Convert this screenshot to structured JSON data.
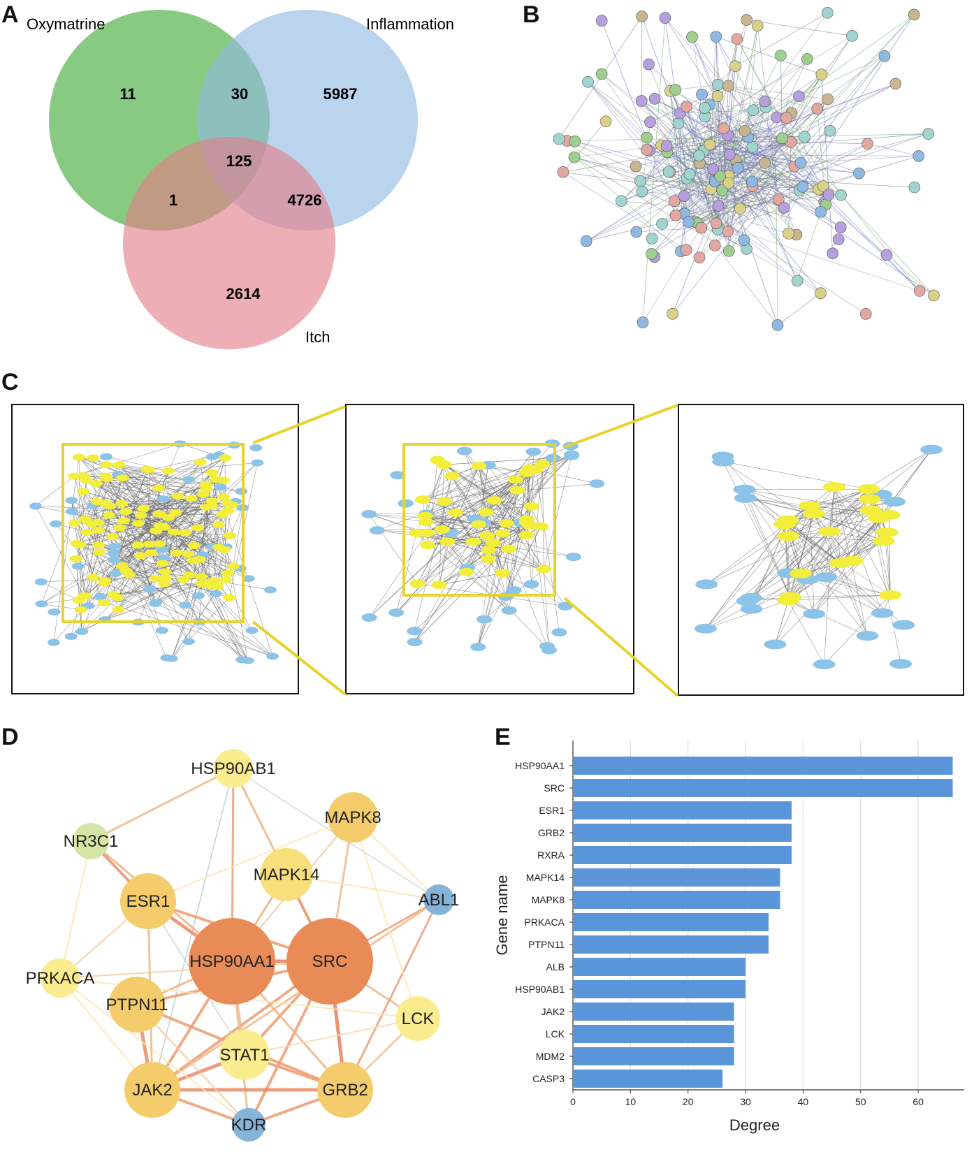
{
  "panels": {
    "a": "A",
    "b": "B",
    "c": "C",
    "d": "D",
    "e": "E"
  },
  "venn": {
    "sets": [
      {
        "label": "Oxymatrine",
        "color": "#5ab552"
      },
      {
        "label": "Inflammation",
        "color": "#8fb9e2"
      },
      {
        "label": "Itch",
        "color": "#e37d87"
      }
    ],
    "regions": {
      "oxy_only": "11",
      "oxy_inf": "30",
      "inf_only": "5987",
      "all": "125",
      "oxy_itch": "1",
      "inf_itch": "4726",
      "itch_only": "2614"
    }
  },
  "ppi_colors": [
    "#9ecf8f",
    "#8fb9e2",
    "#b59fdc",
    "#e0a8a0",
    "#d9d08a",
    "#9fd4cf",
    "#c9b58f"
  ],
  "cytoscape": {
    "node_color": "#8cc3e8",
    "hub_color": "#f2ee3a",
    "frame_color": "#e8d22c"
  },
  "core_network": {
    "nodes": [
      {
        "name": "HSP90AB1",
        "color": "#fbec8f"
      },
      {
        "name": "MAPK8",
        "color": "#f4cc6b"
      },
      {
        "name": "NR3C1",
        "color": "#d6e4a6"
      },
      {
        "name": "MAPK14",
        "color": "#f9df7c"
      },
      {
        "name": "ABL1",
        "color": "#86b3d8"
      },
      {
        "name": "ESR1",
        "color": "#f4cc6b"
      },
      {
        "name": "HSP90AA1",
        "color": "#e88b56"
      },
      {
        "name": "SRC",
        "color": "#e88b56"
      },
      {
        "name": "PRKACA",
        "color": "#fbec8f"
      },
      {
        "name": "PTPN11",
        "color": "#f4cc6b"
      },
      {
        "name": "LCK",
        "color": "#fbec8f"
      },
      {
        "name": "STAT1",
        "color": "#fbec8f"
      },
      {
        "name": "JAK2",
        "color": "#f4cc6b"
      },
      {
        "name": "GRB2",
        "color": "#f4cc6b"
      },
      {
        "name": "KDR",
        "color": "#86b3d8"
      }
    ]
  },
  "chart_data": {
    "type": "bar",
    "orientation": "horizontal",
    "categories": [
      "HSP90AA1",
      "SRC",
      "ESR1",
      "GRB2",
      "RXRA",
      "MAPK14",
      "MAPK8",
      "PRKACA",
      "PTPN11",
      "ALB",
      "HSP90AB1",
      "JAK2",
      "LCK",
      "MDM2",
      "CASP3"
    ],
    "values": [
      66,
      66,
      38,
      38,
      38,
      36,
      36,
      34,
      34,
      30,
      30,
      28,
      28,
      28,
      26
    ],
    "xlabel": "Degree",
    "ylabel": "Gene name",
    "xlim": [
      0,
      68
    ],
    "xticks": [
      0,
      10,
      20,
      30,
      40,
      50,
      60
    ],
    "grid": "vertical",
    "bar_color": "#5b95d9"
  }
}
